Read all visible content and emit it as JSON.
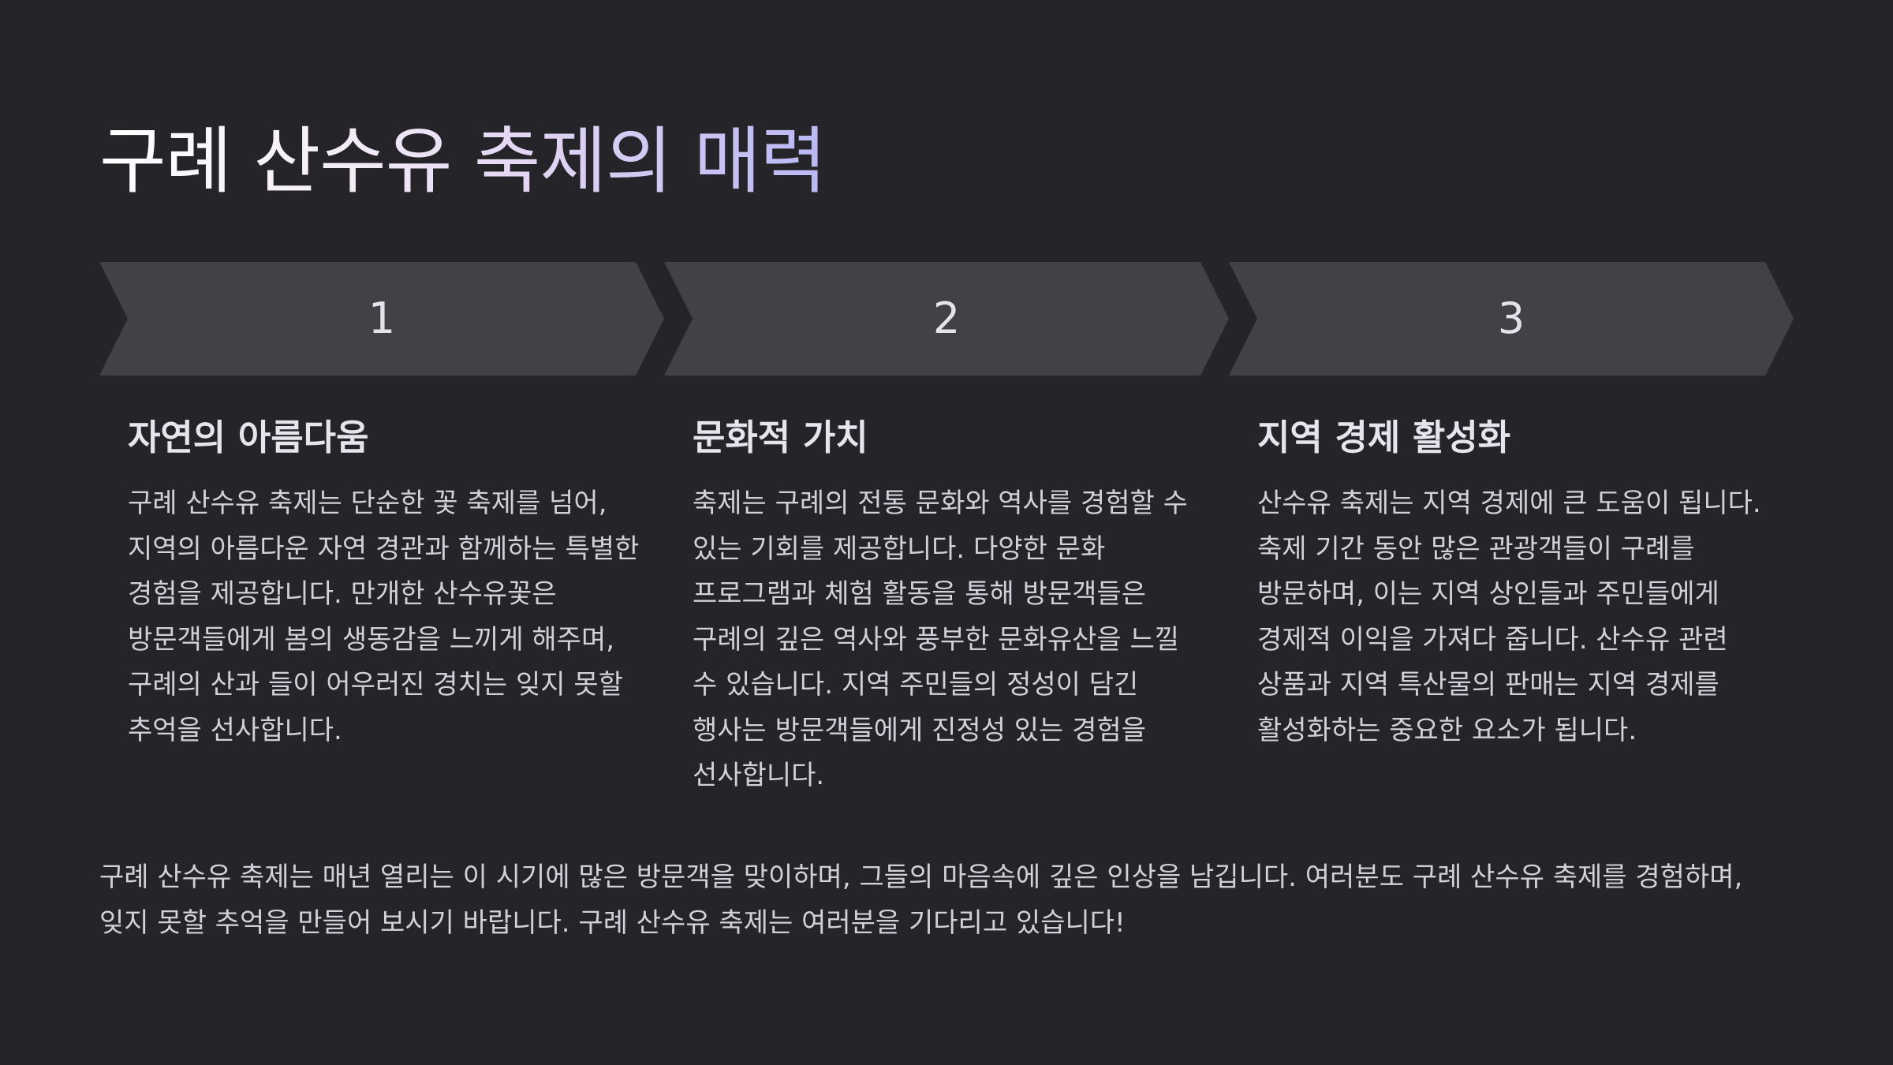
{
  "title": "구례 산수유 축제의 매력",
  "steps": [
    {
      "number": "1",
      "heading": "자연의 아름다움",
      "body": "구례 산수유 축제는 단순한 꽃 축제를 넘어, 지역의 아름다운 자연 경관과 함께하는 특별한 경험을 제공합니다. 만개한 산수유꽃은 방문객들에게 봄의 생동감을 느끼게 해주며, 구례의 산과 들이 어우러진 경치는 잊지 못할 추억을 선사합니다."
    },
    {
      "number": "2",
      "heading": "문화적 가치",
      "body": "축제는 구례의 전통 문화와 역사를 경험할 수 있는 기회를 제공합니다. 다양한 문화 프로그램과 체험 활동을 통해 방문객들은 구례의 깊은 역사와 풍부한 문화유산을 느낄 수 있습니다. 지역 주민들의 정성이 담긴 행사는 방문객들에게 진정성 있는 경험을 선사합니다."
    },
    {
      "number": "3",
      "heading": "지역 경제 활성화",
      "body": "산수유 축제는 지역 경제에 큰 도움이 됩니다. 축제 기간 동안 많은 관광객들이 구례를 방문하며, 이는 지역 상인들과 주민들에게 경제적 이익을 가져다 줍니다. 산수유 관련 상품과 지역 특산물의 판매는 지역 경제를 활성화하는 중요한 요소가 됩니다."
    }
  ],
  "footer": "구례 산수유 축제는 매년 열리는 이 시기에 많은 방문객을 맞이하며, 그들의 마음속에 깊은 인상을 남깁니다. 여러분도 구례 산수유 축제를 경험하며, 잊지 못할 추억을 만들어 보시기 바랍니다. 구례 산수유 축제는 여러분을 기다리고 있습니다!",
  "colors": {
    "background": "#252428",
    "arrow_fill": "#424146",
    "title_gradient_end": "#b9b8f4"
  }
}
